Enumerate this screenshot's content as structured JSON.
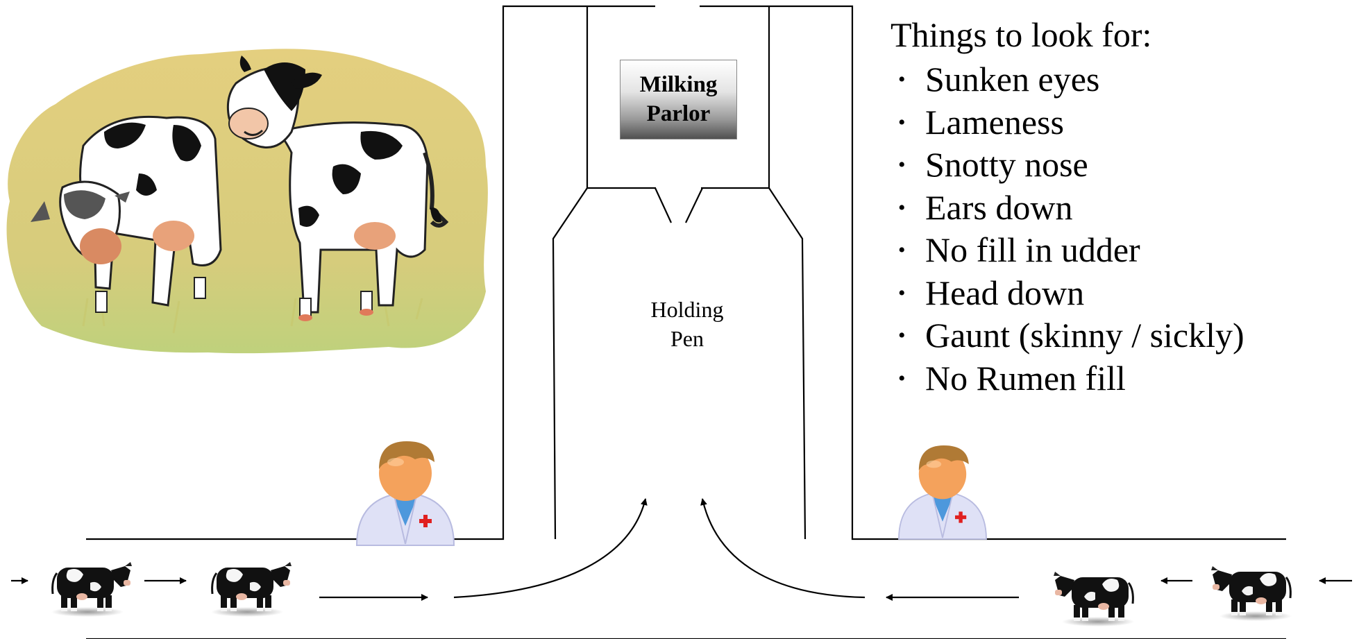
{
  "parlor": {
    "label_line1": "Milking",
    "label_line2": "Parlor"
  },
  "holding_pen": {
    "label_line1": "Holding",
    "label_line2": "Pen"
  },
  "checklist": {
    "title": "Things to look for:",
    "bullet": "•",
    "items": [
      "Sunken eyes",
      "Lameness",
      "Snotty nose",
      "Ears down",
      "No fill in udder",
      "Head down",
      "Gaunt (skinny / sickly)",
      "No Rumen fill"
    ]
  },
  "colors": {
    "line": "#000000",
    "pasture_fill": "#d9c979",
    "cow_black": "#111111",
    "cow_white": "#ffffff",
    "udder_pink": "#e8a27a",
    "coat_lavender": "#dfe1f6",
    "skin": "#f4a25c",
    "hair": "#b07a35",
    "collar_blue": "#4d98dc",
    "red_cross": "#e02020"
  },
  "icons": [
    "cow-icon",
    "veterinarian-icon",
    "arrow-icon"
  ]
}
